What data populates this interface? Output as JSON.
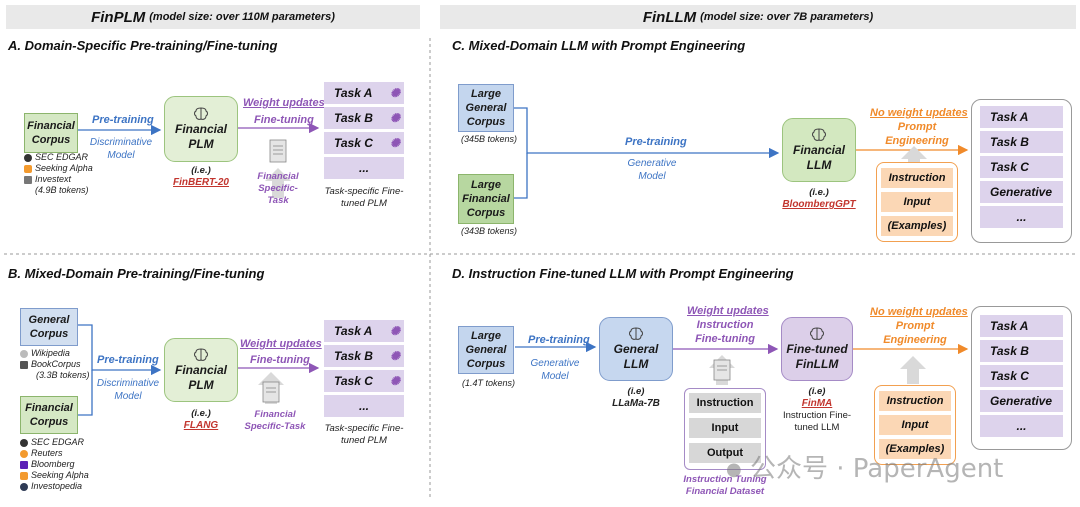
{
  "headers": {
    "finplm": {
      "title": "FinPLM",
      "subtitle": "(model size: over 110M parameters)"
    },
    "finllm": {
      "title": "FinLLM",
      "subtitle": "(model size: over 7B parameters)"
    }
  },
  "sectionA": {
    "title": "A. Domain-Specific Pre-training/Fine-tuning",
    "corpus": "Financial Corpus",
    "sources": [
      "SEC EDGAR",
      "Seeking Alpha",
      "Investext"
    ],
    "tokens": "(4.9B tokens)",
    "pretrain_label": "Pre-training",
    "pretrain_caption": "Discriminative Model",
    "model": "Financial PLM",
    "ie": "(i.e.)",
    "model_name": "FinBERT-20",
    "weight_updates": "Weight updates",
    "fine_tuning": "Fine-tuning",
    "task_caption": "Financial Specific-Task",
    "tasks": [
      "Task A",
      "Task B",
      "Task C",
      "..."
    ],
    "output_caption": "Task-specific Fine-tuned PLM"
  },
  "sectionB": {
    "title": "B. Mixed-Domain Pre-training/Fine-tuning",
    "general_corpus": "General Corpus",
    "general_sources": [
      "Wikipedia",
      "BookCorpus"
    ],
    "general_tokens": "(3.3B tokens)",
    "financial_corpus": "Financial Corpus",
    "financial_sources": [
      "SEC EDGAR",
      "Reuters",
      "Bloomberg",
      "Seeking Alpha",
      "Investopedia"
    ],
    "pretrain_label": "Pre-training",
    "pretrain_caption": "Discriminative Model",
    "model": "Financial PLM",
    "ie": "(i.e.)",
    "model_name": "FLANG",
    "weight_updates": "Weight updates",
    "fine_tuning": "Fine-tuning",
    "task_caption": "Financial Specific-Task",
    "tasks": [
      "Task A",
      "Task B",
      "Task C",
      "..."
    ],
    "output_caption": "Task-specific Fine-tuned PLM"
  },
  "sectionC": {
    "title": "C. Mixed-Domain LLM with Prompt Engineering",
    "general_corpus": "Large General Corpus",
    "general_tokens": "(345B tokens)",
    "financial_corpus": "Large Financial Corpus",
    "financial_tokens": "(343B tokens)",
    "pretrain_label": "Pre-training",
    "pretrain_caption": "Generative Model",
    "model": "Financial LLM",
    "ie": "(i.e.)",
    "model_name": "BloombergGPT",
    "no_weight_updates": "No weight updates",
    "prompt_engineering": "Prompt Engineering",
    "prompt_items": [
      "Instruction",
      "Input",
      "(Examples)"
    ],
    "tasks": [
      "Task A",
      "Task B",
      "Task C",
      "Generative",
      "..."
    ]
  },
  "sectionD": {
    "title": "D. Instruction Fine-tuned LLM with Prompt Engineering",
    "corpus": "Large General Corpus",
    "tokens": "(1.4T tokens)",
    "pretrain_label": "Pre-training",
    "pretrain_caption": "Generative Model",
    "general_model": "General LLM",
    "general_ie": "(i.e)",
    "general_model_name": "LLaMa-7B",
    "weight_updates": "Weight updates",
    "instruction_fine_tuning": "Instruction Fine-tuning",
    "dataset_items": [
      "Instruction",
      "Input",
      "Output"
    ],
    "dataset_caption": "Instruction Tuning Financial Dataset",
    "finetuned_model": "Fine-tuned FinLLM",
    "finetuned_ie": "(i.e)",
    "finetuned_model_name": "FinMA",
    "finetuned_caption": "Instruction Fine-tuned LLM",
    "no_weight_updates": "No weight updates",
    "prompt_engineering": "Prompt Engineering",
    "prompt_items": [
      "Instruction",
      "Input",
      "(Examples)"
    ],
    "tasks": [
      "Task A",
      "Task B",
      "Task C",
      "Generative",
      "..."
    ]
  },
  "watermark": "公众号 · PaperAgent",
  "colors": {
    "green": "#d5e8c4",
    "blue": "#c6d7ef",
    "purple": "#ddd3ec",
    "orange": "#fbd7b5",
    "arrow_blue": "#3d74c4",
    "arrow_purple": "#8e56b6",
    "arrow_orange": "#f08a2a",
    "link_red": "#c2352e"
  }
}
